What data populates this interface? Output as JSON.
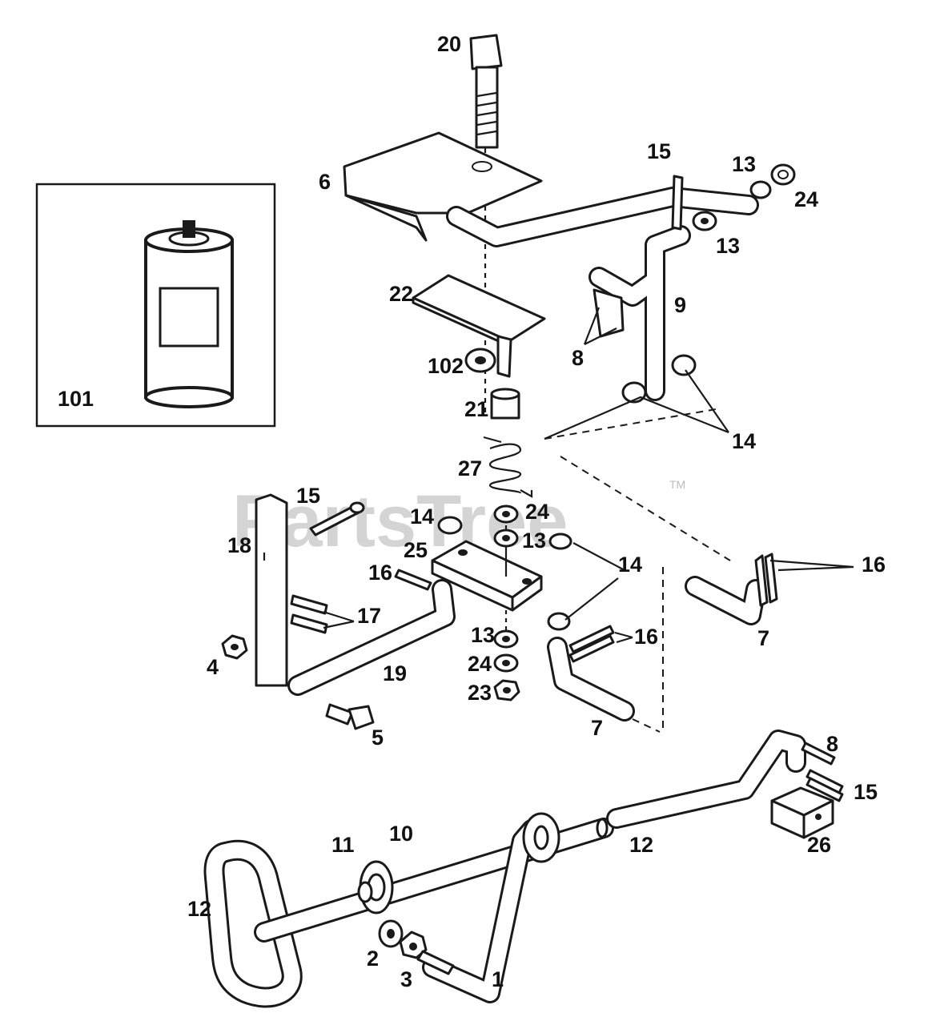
{
  "watermark": {
    "text": "PartsTree",
    "trademark": "TM"
  },
  "inset": {
    "callout": "101"
  },
  "callouts": {
    "c1": "1",
    "c2": "2",
    "c3": "3",
    "c4": "4",
    "c5": "5",
    "c6": "6",
    "c7a": "7",
    "c7b": "7",
    "c8a": "8",
    "c8b": "8",
    "c9": "9",
    "c10": "10",
    "c11": "11",
    "c12a": "12",
    "c12b": "12",
    "c13a": "13",
    "c13b": "13",
    "c13c": "13",
    "c13d": "13",
    "c14a": "14",
    "c14b": "14",
    "c14c": "14",
    "c15a": "15",
    "c15b": "15",
    "c15c": "15",
    "c16a": "16",
    "c16b": "16",
    "c16c": "16",
    "c17": "17",
    "c18": "18",
    "c19": "19",
    "c20": "20",
    "c21": "21",
    "c22": "22",
    "c23": "23",
    "c24a": "24",
    "c24b": "24",
    "c24c": "24",
    "c25": "25",
    "c26": "26",
    "c27": "27",
    "c102": "102"
  }
}
